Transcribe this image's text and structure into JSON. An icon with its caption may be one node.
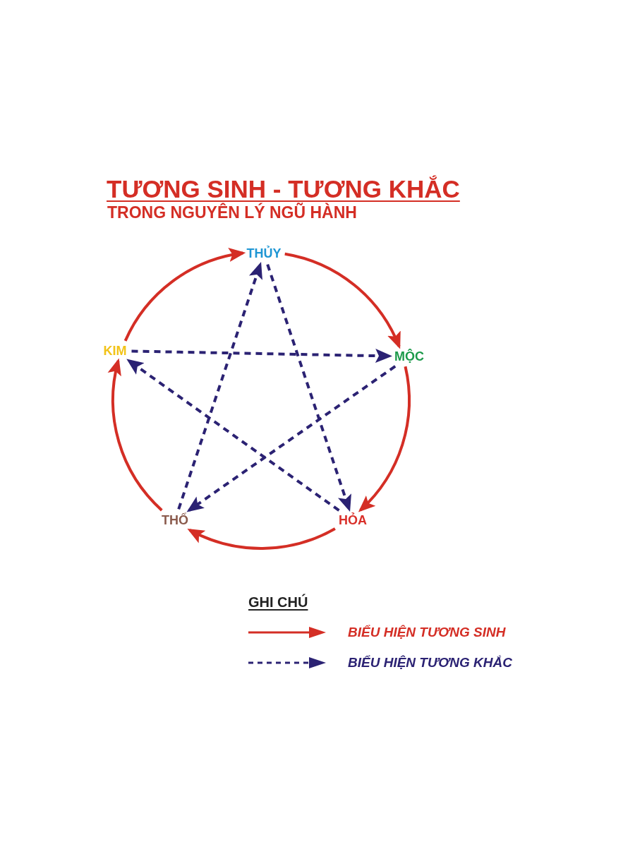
{
  "diagram": {
    "title": "TƯƠNG SINH - TƯƠNG KHẮC",
    "nodes": [
      {
        "text": [
          "THỦY"
        ]
      },
      {
        "text": [
          "KIM"
        ]
      },
      {
        "text": [
          "MỘC"
        ]
      },
      {
        "text": [
          "THỔ"
        ]
      },
      {
        "text": [
          "HỎA"
        ]
      }
    ],
    "edges": [
      {
        "from": 0,
        "to": 2,
        "arrow": "to"
      },
      {
        "from": 2,
        "to": 4,
        "arrow": "to"
      },
      {
        "from": 4,
        "to": 3,
        "arrow": "to"
      },
      {
        "from": 3,
        "to": 1,
        "arrow": "to"
      },
      {
        "from": 1,
        "to": 0,
        "arrow": "to"
      },
      {
        "from": 0,
        "to": 4,
        "arrow": "to",
        "style": "dashed",
        "color": "#2b2273"
      },
      {
        "from": 4,
        "to": 1,
        "arrow": "to",
        "style": "dashed",
        "color": "#2b2273"
      },
      {
        "from": 1,
        "to": 2,
        "arrow": "to",
        "style": "dashed",
        "color": "#2b2273"
      },
      {
        "from": 2,
        "to": 3,
        "arrow": "to",
        "style": "dashed",
        "color": "#2b2273"
      },
      {
        "from": 3,
        "to": 0,
        "arrow": "to",
        "style": "dashed",
        "color": "#2b2273"
      }
    ],
    "labels": [
      "TRONG NGUYÊN LÝ NGŨ HÀNH",
      "GHI CHÚ"
    ],
    "legend": [
      {
        "text": "BIỂU HIỆN TƯƠNG SINH"
      },
      {
        "text": "BIỂU HIỆN TƯƠNG KHẮC"
      }
    ]
  }
}
